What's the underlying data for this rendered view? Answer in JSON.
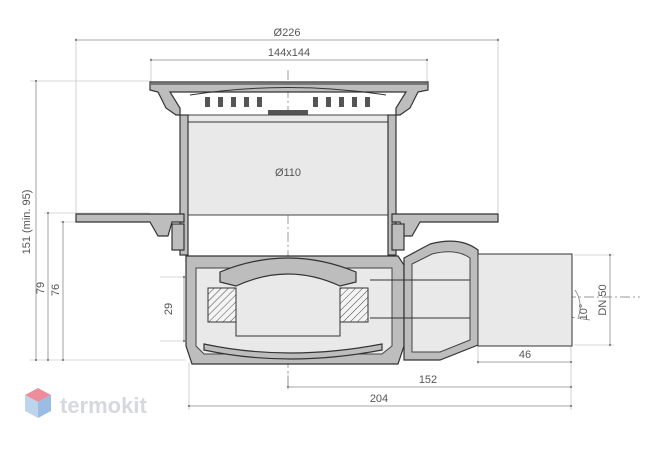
{
  "dimensions": {
    "overall_width": "Ø226",
    "grate_size": "144x144",
    "pipe_diameter": "Ø110",
    "total_height": "151 (min. 95)",
    "height_79": "79",
    "height_76": "76",
    "trap_height": "29",
    "outlet_dn": "DN 50",
    "slope": "10°",
    "outlet_length": "46",
    "outlet_offset": "152",
    "overall_length": "204"
  },
  "brand": {
    "name": "termokit",
    "colors": {
      "top": "#e8667a",
      "left": "#a7c6e8",
      "right": "#7aa6da"
    }
  }
}
